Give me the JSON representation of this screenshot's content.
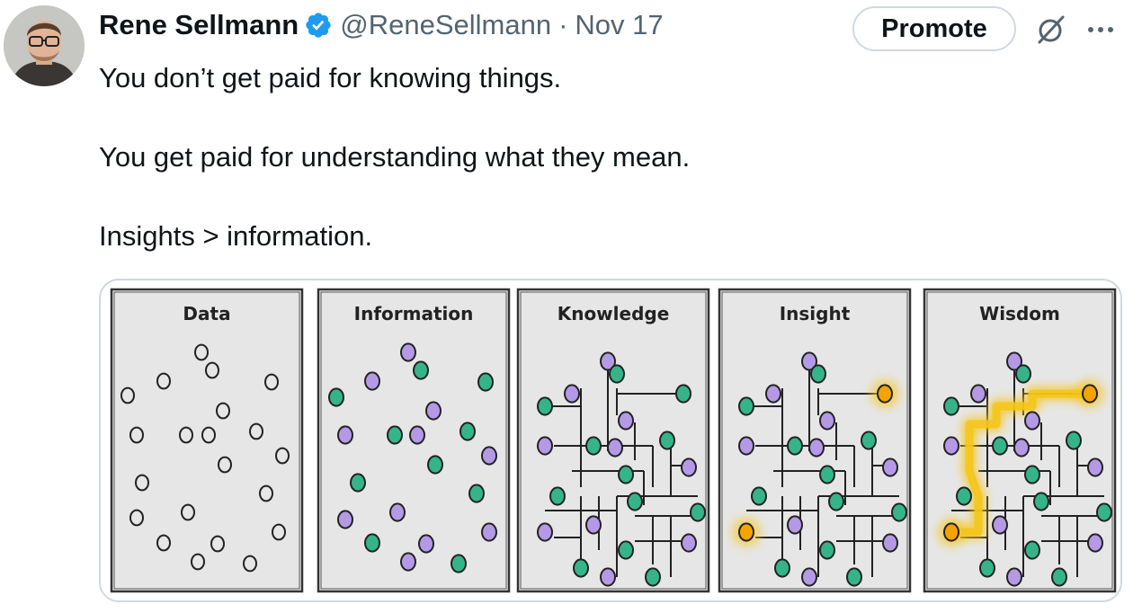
{
  "author": {
    "name": "Rene Sellmann",
    "handle": "@ReneSellmann",
    "separator": "·",
    "date": "Nov 17",
    "verified_color": "#1d9bf0"
  },
  "actions": {
    "promote_label": "Promote",
    "grok_icon": "grok-icon",
    "more_icon": "more-icon"
  },
  "tweet": {
    "line1": "You don’t get paid for knowing things.",
    "line2": "You get paid for understanding what they mean.",
    "line3": "Insights > information."
  },
  "media": {
    "panels": [
      {
        "title": "Data"
      },
      {
        "title": "Information"
      },
      {
        "title": "Knowledge"
      },
      {
        "title": "Insight"
      },
      {
        "title": "Wisdom"
      }
    ],
    "colors": {
      "panel_bg": "#e6e6e6",
      "purple": "#b49ae6",
      "teal": "#35b48a",
      "highlight": "#f5c518",
      "highlight_dot": "#f5a300"
    }
  }
}
